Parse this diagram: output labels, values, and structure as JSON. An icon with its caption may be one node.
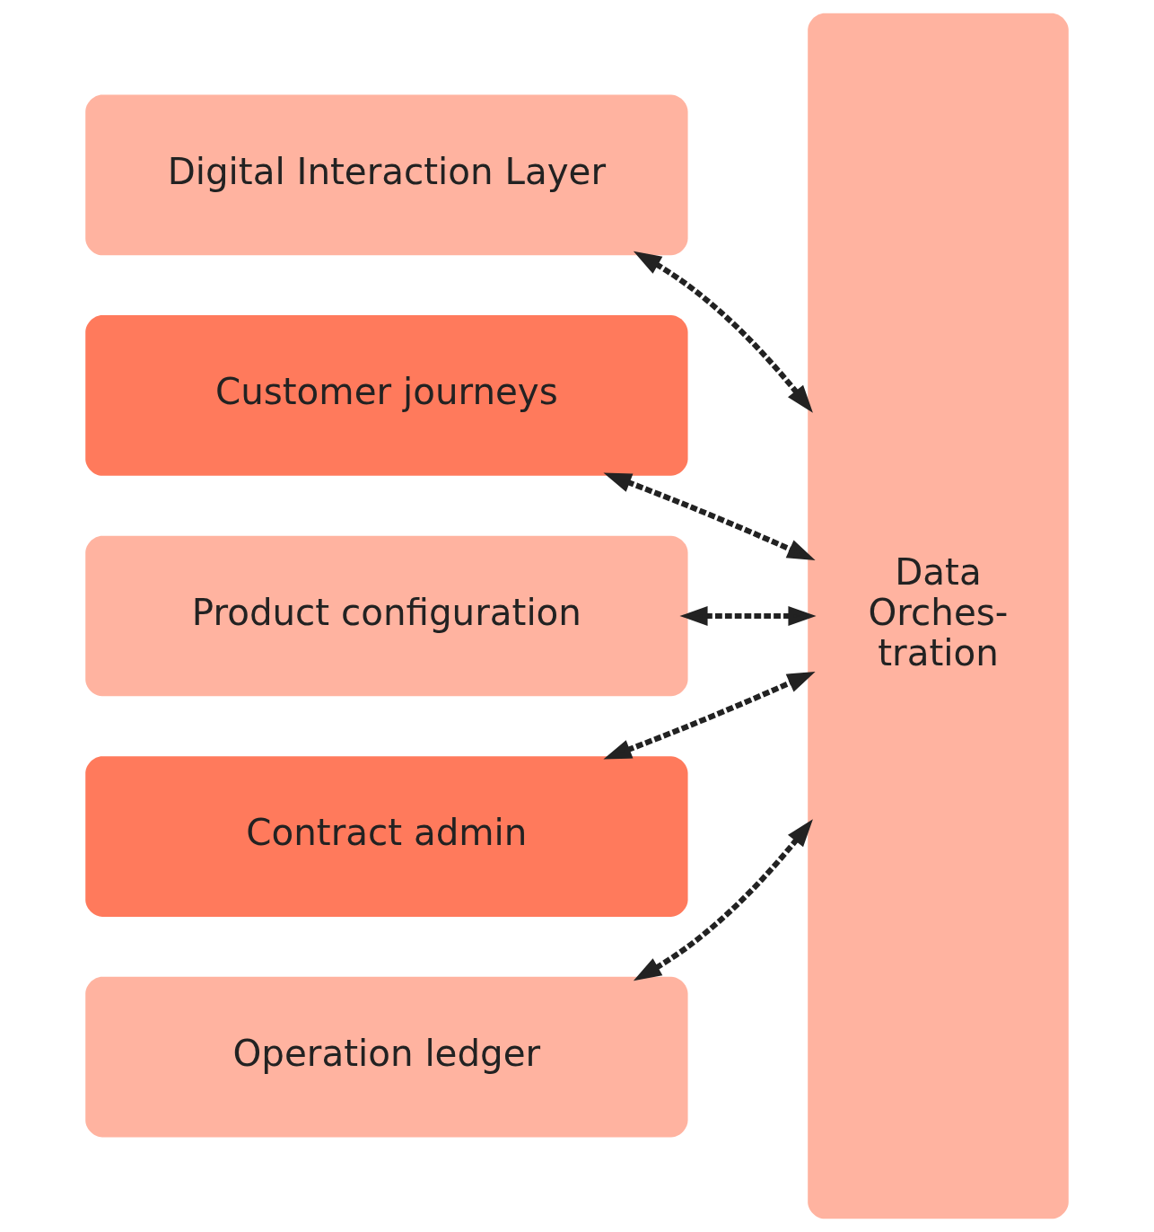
{
  "diagram": {
    "nodes": [
      {
        "text": [
          "Digital Interaction Layer"
        ]
      },
      {
        "text": [
          "Customer journeys"
        ]
      },
      {
        "text": [
          "Product configuration"
        ]
      },
      {
        "text": [
          "Contract admin"
        ]
      },
      {
        "text": [
          "Operation ledger"
        ]
      },
      {
        "text": [
          "Data Orches- tration"
        ]
      }
    ],
    "edges": [
      {
        "from": 0,
        "to": 5,
        "arrow": "both",
        "style": "dashed"
      },
      {
        "from": 1,
        "to": 5,
        "arrow": "both",
        "style": "dashed"
      },
      {
        "from": 2,
        "to": 5,
        "arrow": "both",
        "style": "dashed"
      },
      {
        "from": 3,
        "to": 5,
        "arrow": "both",
        "style": "dashed"
      },
      {
        "from": 4,
        "to": 5,
        "arrow": "both",
        "style": "dashed"
      }
    ]
  }
}
